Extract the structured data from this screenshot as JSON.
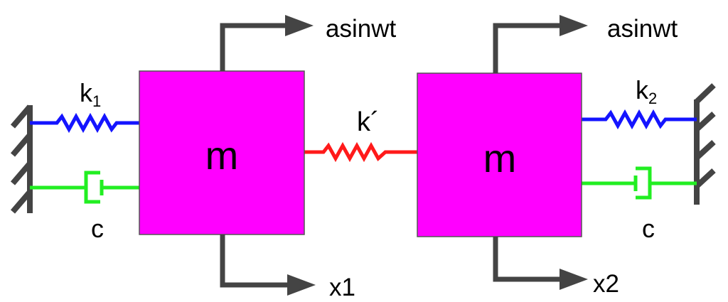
{
  "colors": {
    "mass_fill": "#ff00ff",
    "mass_stroke": "#555555",
    "wall": "#444444",
    "spring_outer": "#1414ff",
    "spring_coupling": "#ff1a1a",
    "damper": "#22ee22",
    "arrow": "#444444"
  },
  "masses": [
    {
      "label": "m"
    },
    {
      "label": "m"
    }
  ],
  "springs": {
    "left": {
      "symbol": "k",
      "subscript": "1"
    },
    "right": {
      "symbol": "k",
      "subscript": "2"
    },
    "middle": {
      "symbol": "k´"
    }
  },
  "dampers": {
    "left": {
      "label": "c"
    },
    "right": {
      "label": "c"
    }
  },
  "forces": {
    "left": {
      "label": "asinwt"
    },
    "right": {
      "label": "asinwt"
    }
  },
  "displacements": {
    "left": {
      "label": "x1"
    },
    "right": {
      "label": "x2"
    }
  }
}
